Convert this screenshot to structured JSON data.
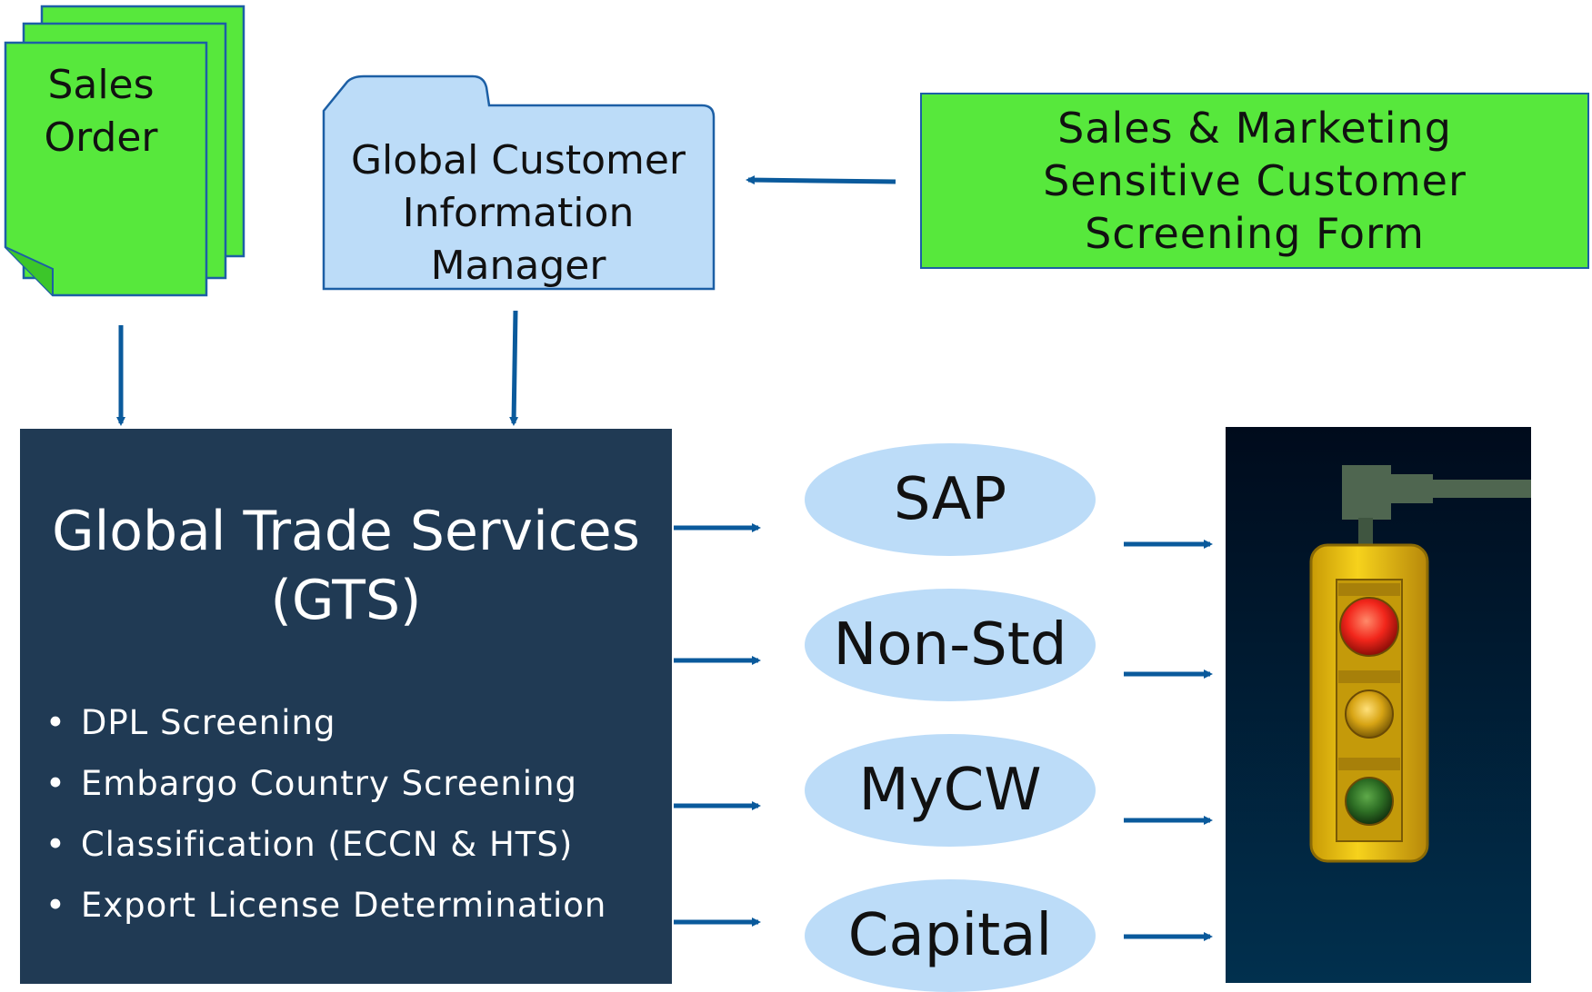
{
  "sales_order": {
    "label_lines": [
      "Sales",
      "Order"
    ]
  },
  "gcim": {
    "label_lines": [
      "Global Customer",
      "Information",
      "Manager"
    ]
  },
  "screening_form": {
    "label_lines": [
      "Sales & Marketing",
      "Sensitive Customer",
      "Screening Form"
    ]
  },
  "gts": {
    "title_lines": [
      "Global Trade Services",
      "(GTS)"
    ],
    "bullets": [
      "DPL Screening",
      "Embargo Country Screening",
      "Classification (ECCN & HTS)",
      "Export License Determination"
    ]
  },
  "systems": [
    "SAP",
    "Non-Std",
    "MyCW",
    "Capital"
  ],
  "traffic_light": {
    "lamps": [
      "red",
      "amber",
      "green"
    ]
  },
  "colors": {
    "document_green": "#57e83c",
    "folder_blue": "#bcdcf8",
    "gts_navy": "#203a54",
    "arrow_blue": "#0a5a9c",
    "outline_blue": "#1c5fa5"
  }
}
